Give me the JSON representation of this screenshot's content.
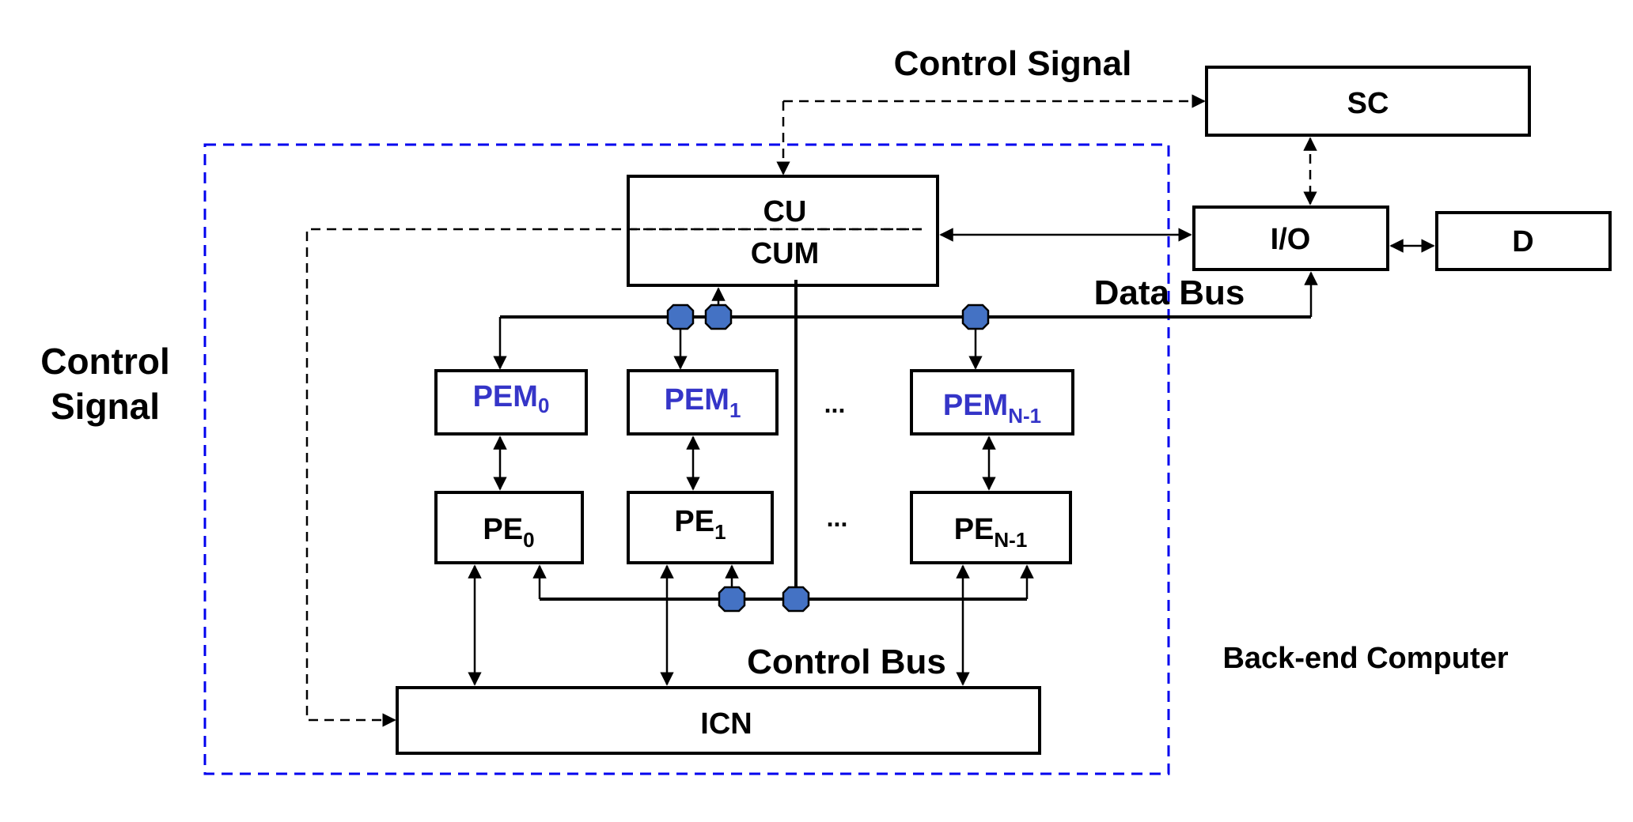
{
  "diagram": {
    "labels": {
      "control_signal_top": "Control Signal",
      "control_signal_left_line1": "Control",
      "control_signal_left_line2": "Signal",
      "data_bus": "Data Bus",
      "control_bus": "Control Bus",
      "back_end_computer": "Back-end Computer",
      "ellipsis": "..."
    },
    "blocks": {
      "sc": "SC",
      "io": "I/O",
      "d": "D",
      "cu": "CU",
      "cum": "CUM",
      "icn": "ICN"
    },
    "pem": [
      {
        "base": "PEM",
        "sub": "0"
      },
      {
        "base": "PEM",
        "sub": "1"
      },
      {
        "base": "PEM",
        "sub": "N-1"
      }
    ],
    "pe": [
      {
        "base": "PE",
        "sub": "0"
      },
      {
        "base": "PE",
        "sub": "1"
      },
      {
        "base": "PE",
        "sub": "N-1"
      }
    ],
    "colors": {
      "pem_text": "#3535c8",
      "boundary": "#0000ee",
      "connector": "#4472c4"
    }
  }
}
